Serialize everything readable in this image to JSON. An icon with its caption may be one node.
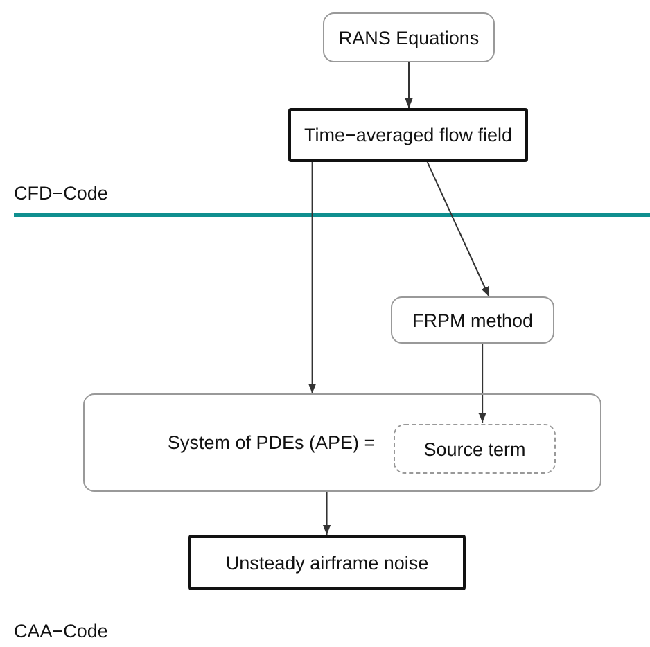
{
  "diagram": {
    "nodes": [
      {
        "text": [
          "RANS Equations"
        ]
      },
      {
        "text": [
          "Time−averaged flow field"
        ]
      },
      {
        "text": [
          "FRPM method"
        ]
      },
      {
        "text": [
          "System of PDEs (APE) ="
        ]
      },
      {
        "text": [
          "Source term"
        ],
        "in": 3
      },
      {
        "text": [
          "Unsteady airframe noise"
        ]
      }
    ],
    "edges": [
      {
        "from": 0,
        "to": 1,
        "arrow": "to"
      },
      {
        "from": 1,
        "to": 2,
        "arrow": "to"
      },
      {
        "from": 1,
        "to": 3,
        "arrow": "to"
      },
      {
        "from": 2,
        "to": 4,
        "arrow": "to"
      },
      {
        "from": 3,
        "to": 5,
        "arrow": "to"
      }
    ],
    "labels": [
      "CFD−Code",
      "CAA−Code"
    ]
  }
}
